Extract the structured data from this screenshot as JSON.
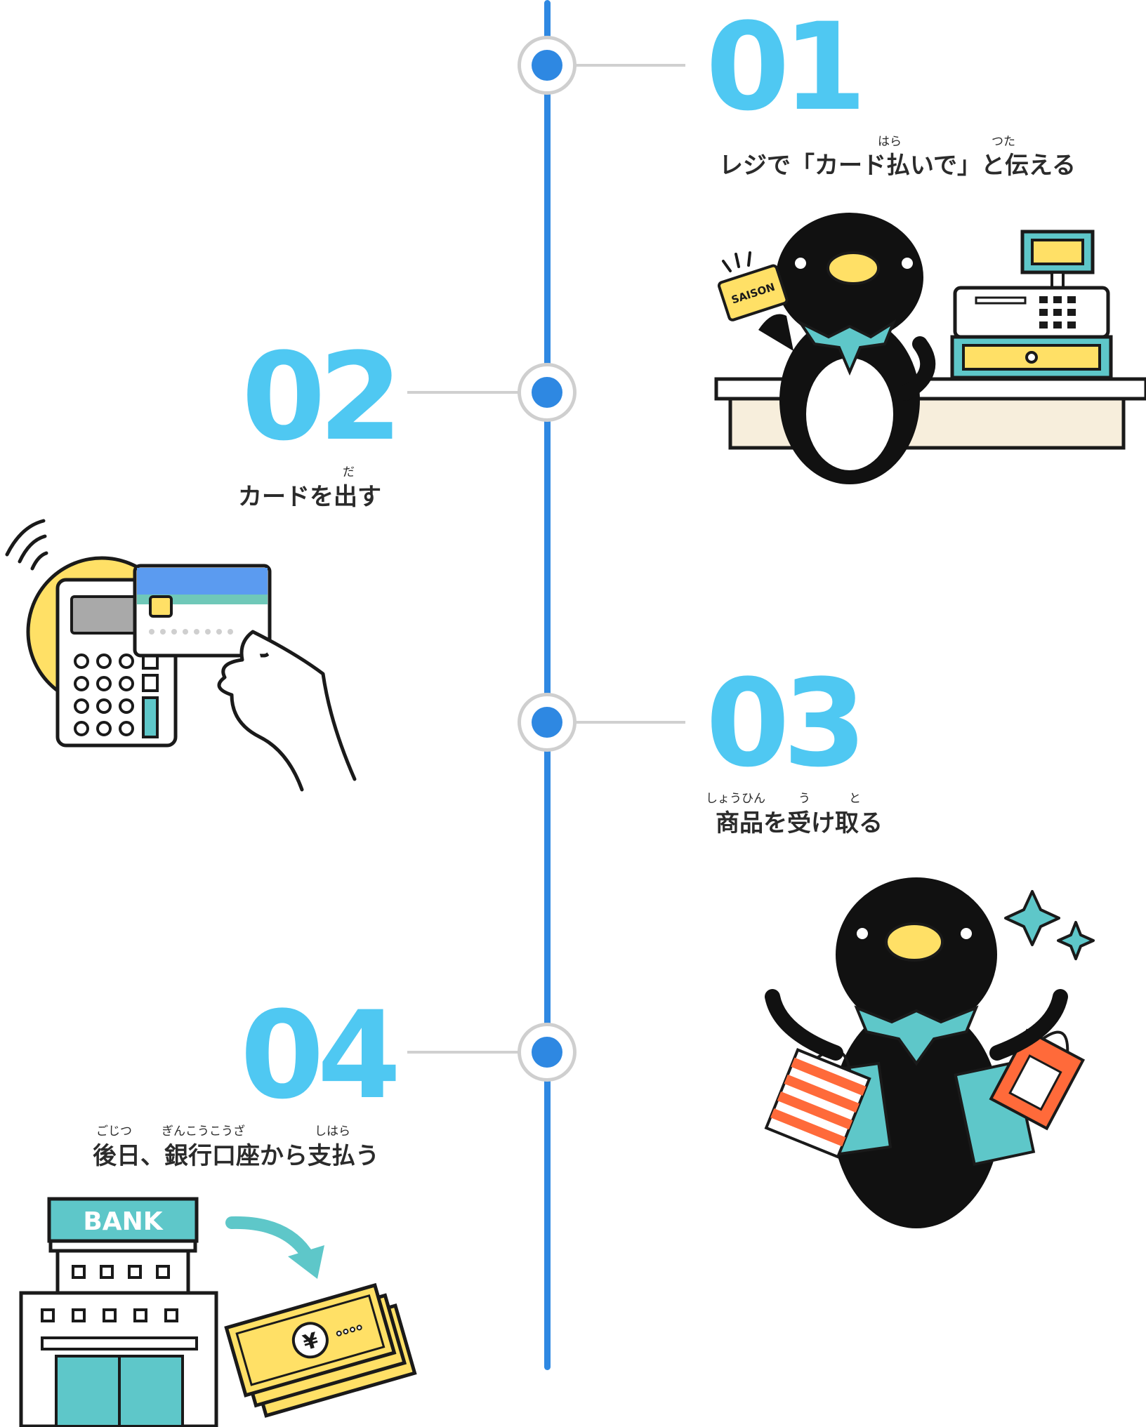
{
  "steps": [
    {
      "number": "01",
      "title": "レジで「カード払いで」と伝える",
      "ruby": [
        {
          "reading": "はら",
          "base": "払"
        },
        {
          "reading": "つた",
          "base": "伝"
        }
      ]
    },
    {
      "number": "02",
      "title": "カードを出す",
      "ruby": [
        {
          "reading": "だ",
          "base": "出"
        }
      ]
    },
    {
      "number": "03",
      "title": "商品を受け取る",
      "ruby": [
        {
          "reading": "しょうひん",
          "base": "商品"
        },
        {
          "reading": "う",
          "base": "受"
        },
        {
          "reading": "と",
          "base": "取"
        }
      ]
    },
    {
      "number": "04",
      "title": "後日、銀行口座から支払う",
      "ruby": [
        {
          "reading": "ごじつ",
          "base": "後日"
        },
        {
          "reading": "ぎんこうこうざ",
          "base": "銀行口座"
        },
        {
          "reading": "しはら",
          "base": "支払"
        }
      ]
    }
  ],
  "illustrations": {
    "card_brand": "SAISON",
    "bank_sign": "BANK",
    "currency_symbol": "¥"
  },
  "colors": {
    "accent_blue": "#2e88e2",
    "number_cyan": "#4fc8f2",
    "teal": "#5ec7c9",
    "yellow": "#ffe066",
    "orange": "#ff6a3a"
  }
}
